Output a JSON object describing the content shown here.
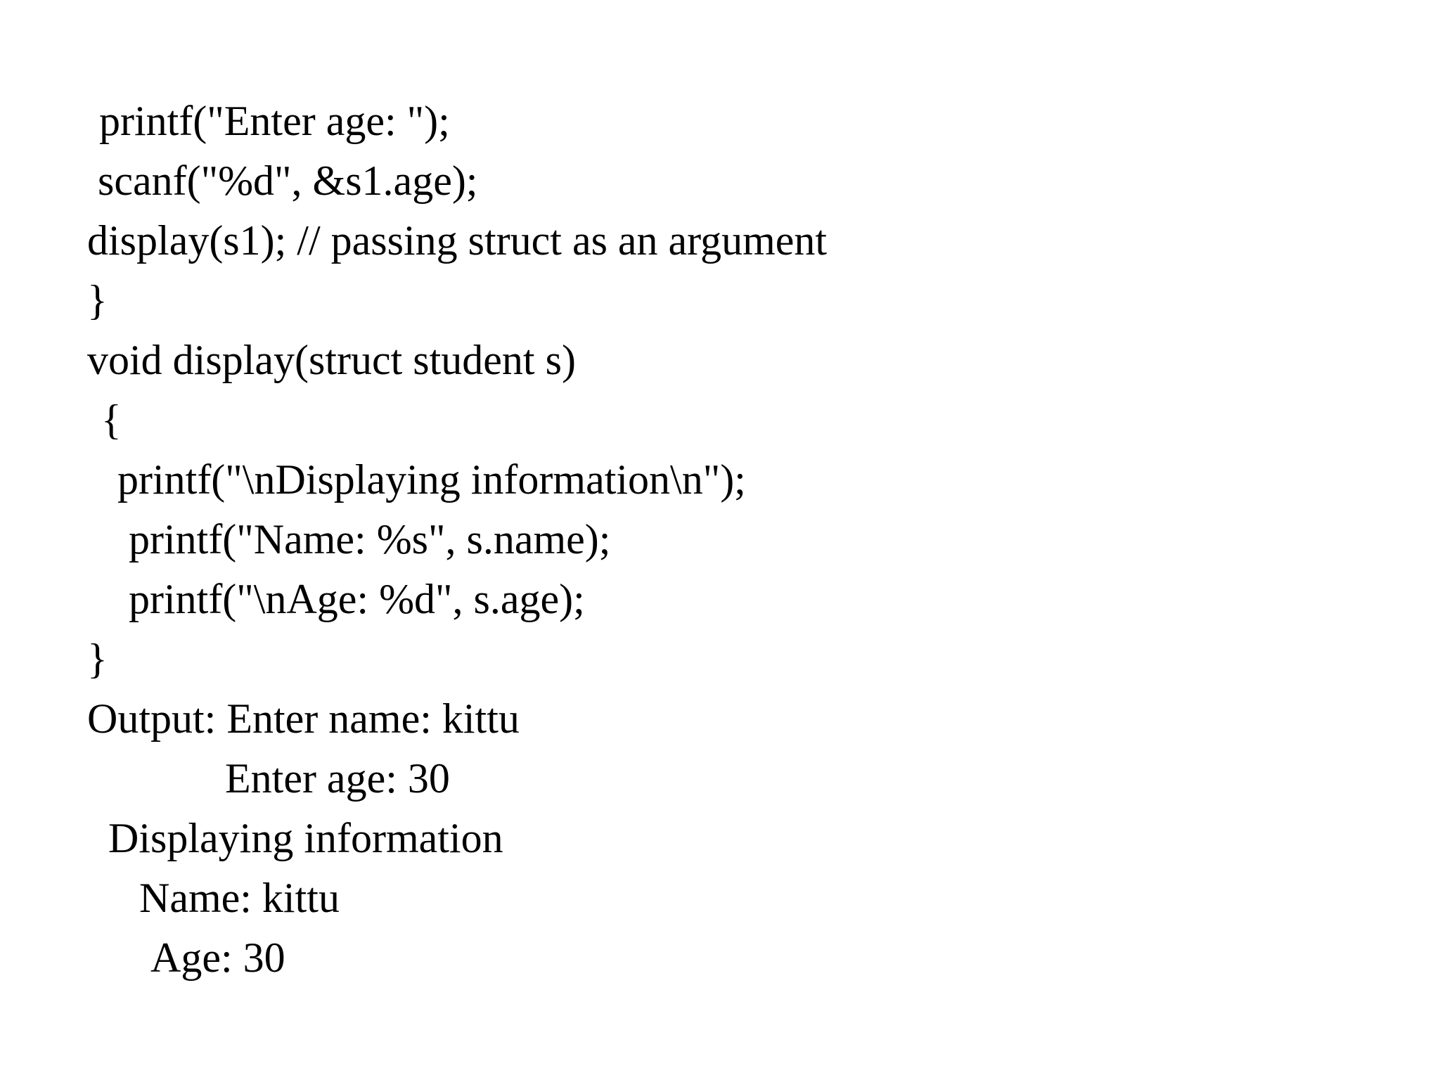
{
  "code_lines": [
    "printf(\"Enter age: \");",
    "scanf(\"%d\", &s1.age);",
    "display(s1); // passing struct as an argument",
    "}",
    "void display(struct student s)",
    "{",
    "printf(\"\\nDisplaying information\\n\");",
    "printf(\"Name: %s\", s.name);",
    "printf(\"\\nAge: %d\", s.age);",
    "}"
  ],
  "output_lines": [
    "Output: Enter name: kittu",
    "Enter age: 30",
    "Displaying information",
    "Name: kittu",
    "Age: 30"
  ]
}
